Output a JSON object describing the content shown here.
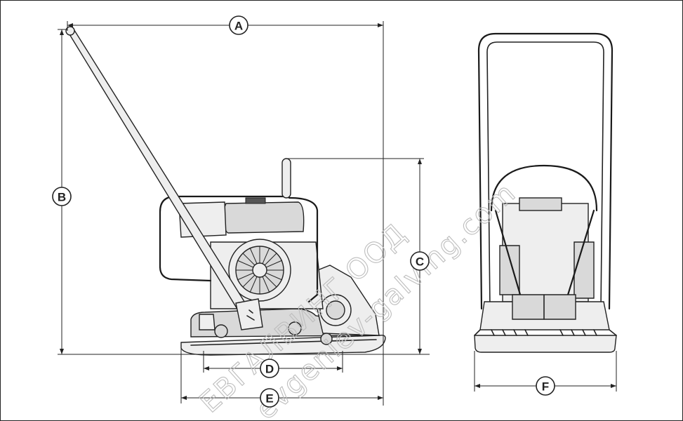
{
  "dimension_labels": {
    "a": "A",
    "b": "B",
    "c": "C",
    "d": "D",
    "e": "E",
    "f": "F"
  },
  "watermark": {
    "line1": "ЕВГАЛВИНГ ООД",
    "line2": "evgeniev-galving.com"
  }
}
